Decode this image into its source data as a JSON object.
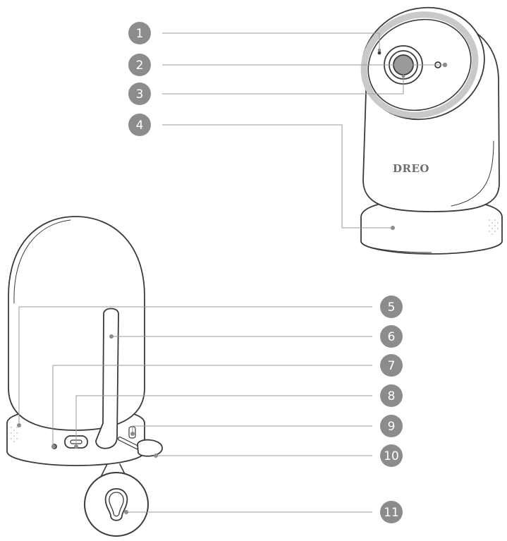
{
  "brand": "DREO",
  "callouts": [
    {
      "number": "1"
    },
    {
      "number": "2"
    },
    {
      "number": "3"
    },
    {
      "number": "4"
    },
    {
      "number": "5"
    },
    {
      "number": "6"
    },
    {
      "number": "7"
    },
    {
      "number": "8"
    },
    {
      "number": "9"
    },
    {
      "number": "10"
    },
    {
      "number": "11"
    }
  ],
  "colors": {
    "badge": "#8c8c8c",
    "line": "#9a9a9a",
    "outline": "#3a3a3a",
    "ring": "#c9c9c9"
  }
}
